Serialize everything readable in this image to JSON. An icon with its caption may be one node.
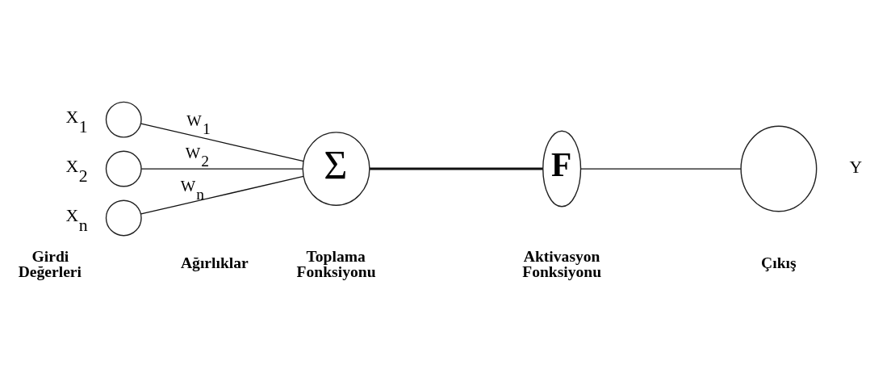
{
  "diagram": {
    "nodes": [
      {
        "text": [],
        "shape": "circle",
        "beside": [
          "X$_{1}$"
        ]
      },
      {
        "text": [],
        "shape": "circle",
        "beside": [
          "X$_{2}$"
        ]
      },
      {
        "text": [],
        "shape": "circle",
        "beside": [
          "X$_{n}$"
        ]
      },
      {
        "text": [
          "Σ"
        ]
      },
      {
        "text": [
          "F"
        ]
      },
      {
        "text": [],
        "shape": "circle",
        "beside": [
          "Y"
        ]
      }
    ],
    "edges": [
      {
        "from": 0,
        "to": 3,
        "arrow": "none",
        "label": "W$_{1}$"
      },
      {
        "from": 1,
        "to": 3,
        "arrow": "none",
        "label": "W$_{2}$"
      },
      {
        "from": 2,
        "to": 3,
        "arrow": "none",
        "label": "W$_{n}$"
      },
      {
        "from": 3,
        "to": 4,
        "arrow": "none",
        "style": "thick"
      },
      {
        "from": 4,
        "to": 5,
        "arrow": "none"
      }
    ],
    "labels": [
      "Girdi Değerleri",
      "Ağırlıklar",
      "Toplama Fonksiyonu",
      "Aktivasyon Fonksiyonu",
      "Çıkış"
    ]
  }
}
